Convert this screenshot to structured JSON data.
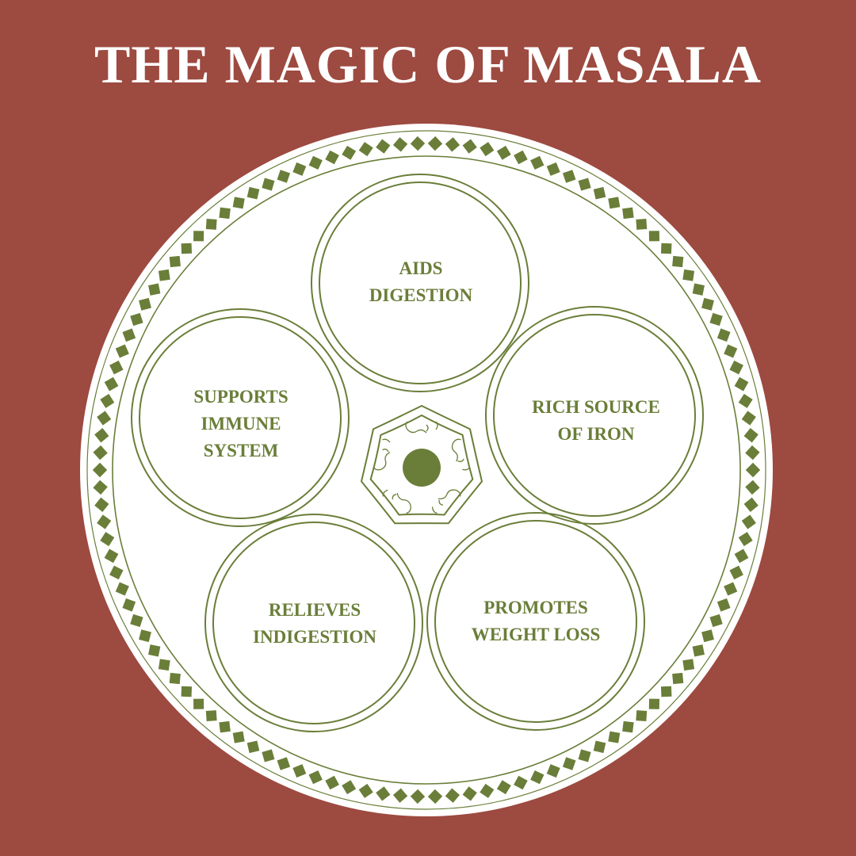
{
  "title": "THE MAGIC OF MASALA",
  "colors": {
    "background": "#9d4a40",
    "plate": "#ffffff",
    "accent": "#6a7e39"
  },
  "benefits": [
    {
      "line1": "AIDS",
      "line2": "DIGESTION",
      "line3": ""
    },
    {
      "line1": "RICH SOURCE",
      "line2": "OF IRON",
      "line3": ""
    },
    {
      "line1": "PROMOTES",
      "line2": "WEIGHT LOSS",
      "line3": ""
    },
    {
      "line1": "RELIEVES",
      "line2": "INDIGESTION",
      "line3": ""
    },
    {
      "line1": "SUPPORTS",
      "line2": "IMMUNE",
      "line3": "SYSTEM"
    }
  ]
}
